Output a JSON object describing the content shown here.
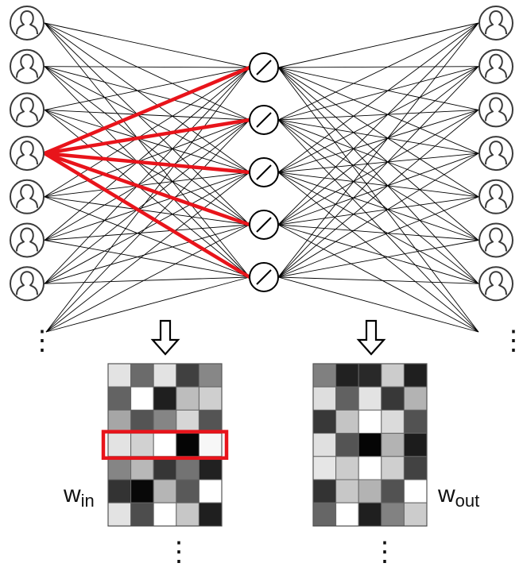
{
  "network": {
    "input_nodes": 7,
    "hidden_nodes": 5,
    "output_nodes": 7,
    "highlighted_input_index": 3,
    "input_node_icon": "user-icon",
    "output_node_icon": "user-icon",
    "hidden_node_icon": "linear-activation-icon",
    "input_ellipsis": "⋮",
    "output_ellipsis": "⋮"
  },
  "colors": {
    "edge": "#000000",
    "highlight": "#e8141b",
    "node_stroke": "#3a3a3a"
  },
  "matrices": {
    "w_in": {
      "label_base": "w",
      "label_sub": "in",
      "highlighted_row": 3,
      "ellipsis": "⋮",
      "cells": [
        [
          0.89,
          0.42,
          0.89,
          0.25,
          0.53
        ],
        [
          0.39,
          1.0,
          0.12,
          0.74,
          0.81
        ],
        [
          0.65,
          0.33,
          0.52,
          0.84,
          0.33
        ],
        [
          0.89,
          0.82,
          1.0,
          0.02,
          0.97
        ],
        [
          0.52,
          0.72,
          0.21,
          0.45,
          0.13
        ],
        [
          0.2,
          0.03,
          0.71,
          0.35,
          1.0
        ],
        [
          0.89,
          0.3,
          1.0,
          0.78,
          0.12
        ]
      ]
    },
    "w_out": {
      "label_base": "w",
      "label_sub": "out",
      "ellipsis": "⋮",
      "cells": [
        [
          0.5,
          0.13,
          0.16,
          0.8,
          0.12
        ],
        [
          0.87,
          0.38,
          0.89,
          0.22,
          0.7
        ],
        [
          0.22,
          0.77,
          1.0,
          0.86,
          0.32
        ],
        [
          0.88,
          0.33,
          0.02,
          0.7,
          0.11
        ],
        [
          0.9,
          0.8,
          1.0,
          0.81,
          0.26
        ],
        [
          0.2,
          0.78,
          0.7,
          0.32,
          1.0
        ],
        [
          0.4,
          1.0,
          0.12,
          0.51,
          0.8
        ]
      ]
    }
  }
}
